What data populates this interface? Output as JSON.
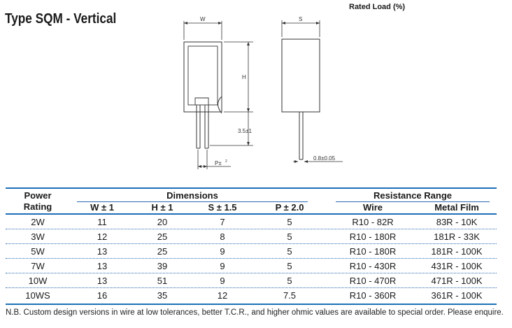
{
  "title": "Type SQM - Vertical",
  "rated_load_label": "Rated Load (%)",
  "drawing": {
    "w_label": "W",
    "h_label": "H",
    "s_label": "S",
    "lead_length": "3.5±1",
    "p_label": "P±",
    "p_tol": "2",
    "lead_dia": "0.8±0.05"
  },
  "table": {
    "group_headers": {
      "power_line1": "Power",
      "power_line2": "Rating",
      "dimensions": "Dimensions",
      "resistance_range": "Resistance Range"
    },
    "columns": [
      "W ± 1",
      "H ± 1",
      "S ± 1.5",
      "P ± 2.0",
      "Wire",
      "Metal Film"
    ],
    "rows": [
      [
        "2W",
        "11",
        "20",
        "7",
        "5",
        "R10 - 82R",
        "83R - 10K"
      ],
      [
        "3W",
        "12",
        "25",
        "8",
        "5",
        "R10 - 180R",
        "181R - 33K"
      ],
      [
        "5W",
        "13",
        "25",
        "9",
        "5",
        "R10 - 180R",
        "181R - 100K"
      ],
      [
        "7W",
        "13",
        "39",
        "9",
        "5",
        "R10 - 430R",
        "431R - 100K"
      ],
      [
        "10W",
        "13",
        "51",
        "9",
        "5",
        "R10 - 470R",
        "471R - 100K"
      ],
      [
        "10WS",
        "16",
        "35",
        "12",
        "7.5",
        "R10 - 360R",
        "361R - 100K"
      ]
    ]
  },
  "note": "N.B. Custom design versions in wire at low tolerances, better T.C.R., and higher ohmic values are available to special order. Please enquire."
}
